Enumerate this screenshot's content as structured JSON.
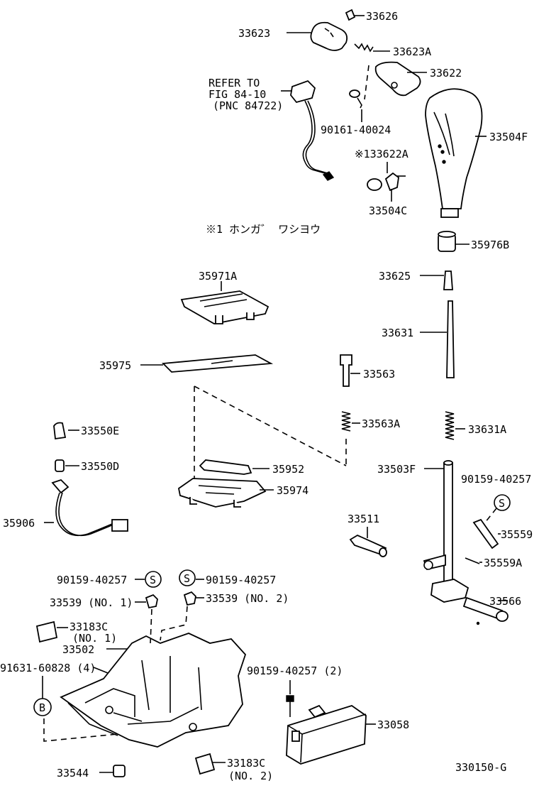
{
  "diagram_id": "330150-G",
  "refer_note": [
    "REFER TO",
    "FIG 84-10",
    "(PNC 84722)"
  ],
  "footnote": "※1 ホンガ゛ ワシヨウ",
  "markers": {
    "s": "S",
    "b": "B"
  },
  "labels": {
    "p33626": "33626",
    "p33623": "33623",
    "p33623A": "33623A",
    "p33622": "33622",
    "p90161": "90161-40024",
    "p33504F": "33504F",
    "p133622A": "※133622A",
    "p33504C": "33504C",
    "p35976B": "35976B",
    "p35971A": "35971A",
    "p33625": "33625",
    "p33631": "33631",
    "p35975": "35975",
    "p33563": "33563",
    "p33550E": "33550E",
    "p33550D": "33550D",
    "p33563A": "33563A",
    "p33631A": "33631A",
    "p35952": "35952",
    "p33503F": "33503F",
    "p90159a": "90159-40257",
    "p35974": "35974",
    "p35906": "35906",
    "p33511": "33511",
    "p35559": "35559",
    "p35559A": "35559A",
    "p90159b": "90159-40257",
    "p90159c": "90159-40257",
    "p33539n1": "33539 (NO. 1)",
    "p33539n2": "33539 (NO. 2)",
    "p33566": "33566",
    "p33183C1": "33183C",
    "p33183C1sub": "(NO. 1)",
    "p33502": "33502",
    "p91631": "91631-60828 (4)",
    "p90159d": "90159-40257 (2)",
    "p33058": "33058",
    "p33544": "33544",
    "p33183C2": "33183C",
    "p33183C2sub": "(NO. 2)"
  }
}
